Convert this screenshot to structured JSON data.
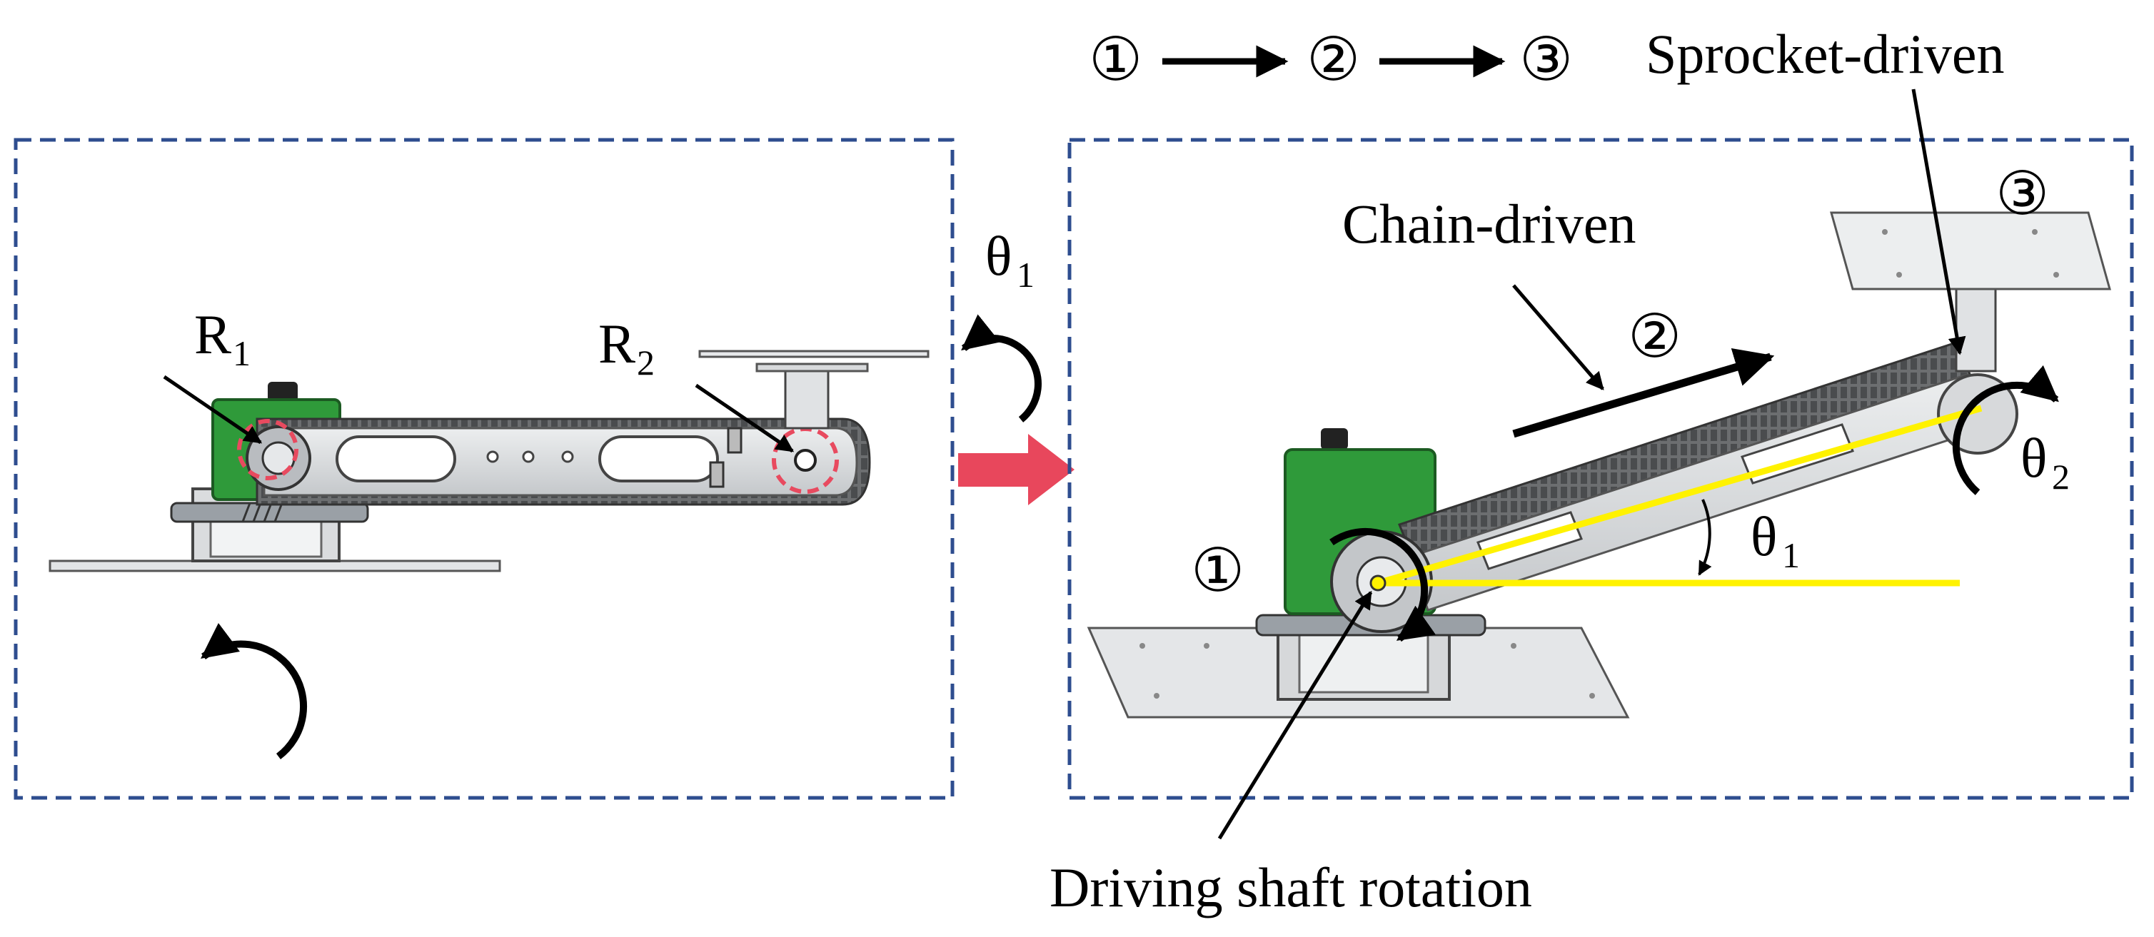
{
  "sequence": {
    "step1": "①",
    "step2": "②",
    "step3": "③"
  },
  "left_panel": {
    "label_r": "R",
    "label_r1_sub": "1",
    "label_r2_sub": "2"
  },
  "theta1_top": {
    "symbol": "θ",
    "sub": "1"
  },
  "right_panel": {
    "chain_driven": "Chain-driven",
    "sprocket_driven": "Sprocket-driven",
    "driving_shaft": "Driving shaft rotation",
    "marker1": "①",
    "marker2": "②",
    "marker3": "③",
    "theta1": {
      "symbol": "θ",
      "sub": "1"
    },
    "theta2": {
      "symbol": "θ",
      "sub": "2"
    }
  },
  "colors": {
    "frame": "#2e4d8f",
    "motor_green": "#2f9a3a",
    "arm_gray": "#d6d8da",
    "chain_dark": "#5a5c5e",
    "highlight_yellow": "#fff200",
    "transition_arrow": "#e8475c",
    "marker_red": "#e84a5f"
  }
}
